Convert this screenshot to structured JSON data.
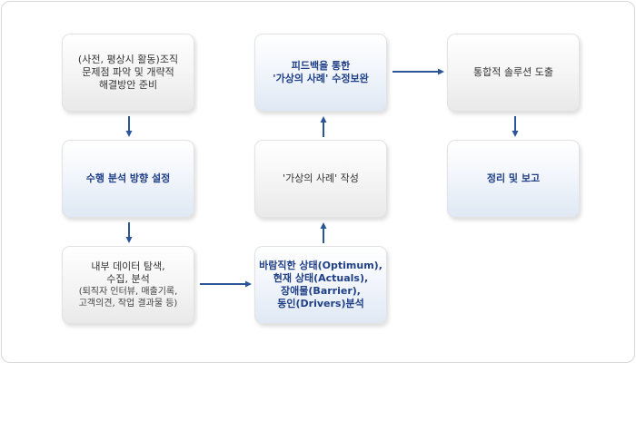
{
  "boxes": {
    "prep": {
      "lines": [
        "(사전, 평상시 활동)조직",
        "문제점 파악 및 개략적",
        "해결방안 준비"
      ]
    },
    "direction": {
      "lines": [
        "수행 분석 방향 설정"
      ]
    },
    "explore": {
      "lines": [
        "내부 데이터 탐색,",
        "수집, 분석"
      ],
      "sub_lines": [
        "(퇴직자 인터뷰, 매출기록,",
        "고객의견, 작업 결과물 등)"
      ]
    },
    "analysis": {
      "lines": [
        "바람직한 상태(Optimum),",
        "현재 상태(Actuals),",
        "장애물(Barrier),",
        "동인(Drivers)분석"
      ]
    },
    "virtual_case": {
      "lines": [
        "'가상의 사례' 작성"
      ]
    },
    "feedback": {
      "lines": [
        "피드백을 통한",
        "'가상의 사례' 수정보완"
      ]
    },
    "solution": {
      "lines": [
        "통합적 솔루션 도출"
      ]
    },
    "report": {
      "lines": [
        "정리 및 보고"
      ]
    }
  },
  "colors": {
    "arrow": "#2b5597",
    "blue_text": "#1f3f86",
    "border": "#d8d8d8"
  }
}
